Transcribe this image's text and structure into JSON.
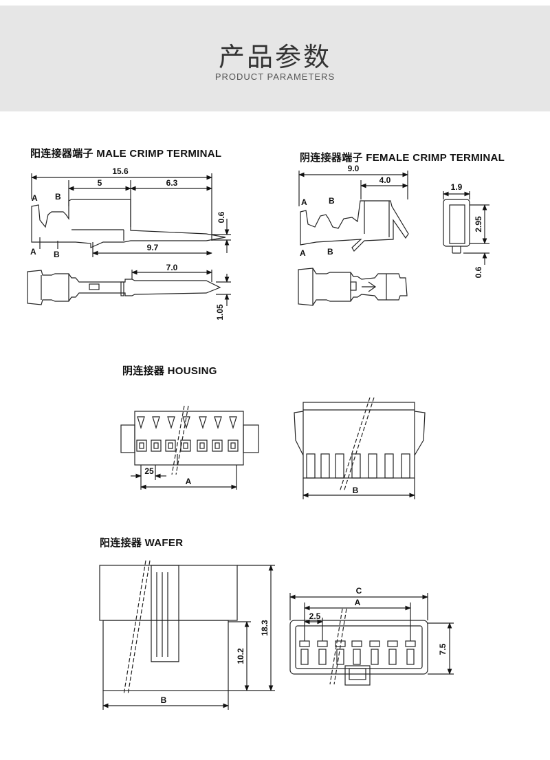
{
  "header": {
    "title_cn": "产品参数",
    "title_en": "PRODUCT PARAMETERS"
  },
  "sections": {
    "male_terminal": {
      "title": "阳连接器端子 MALE CRIMP TERMINAL",
      "dims": {
        "total": "15.6",
        "left": "5",
        "right": "6.3",
        "height": "0.6",
        "lower": "9.7",
        "pin_len": "7.0",
        "thick": "1.05"
      },
      "labels": {
        "a": "A",
        "b": "B"
      }
    },
    "female_terminal": {
      "title": "阴连接器端子 FEMALE CRIMP TERMINAL",
      "dims": {
        "total": "9.0",
        "right": "4.0",
        "width": "1.9",
        "height": "2.95",
        "gap": "0.6"
      },
      "labels": {
        "a": "A",
        "b": "B"
      }
    },
    "housing": {
      "title": "阴连接器 HOUSING",
      "dims": {
        "pitch": "25",
        "a": "A",
        "b": "B"
      }
    },
    "wafer": {
      "title": "阳连接器 WAFER",
      "dims": {
        "h1": "18.3",
        "h2": "10.2",
        "b": "B",
        "c": "C",
        "a": "A",
        "pitch": "2.5",
        "h3": "7.5"
      }
    }
  }
}
